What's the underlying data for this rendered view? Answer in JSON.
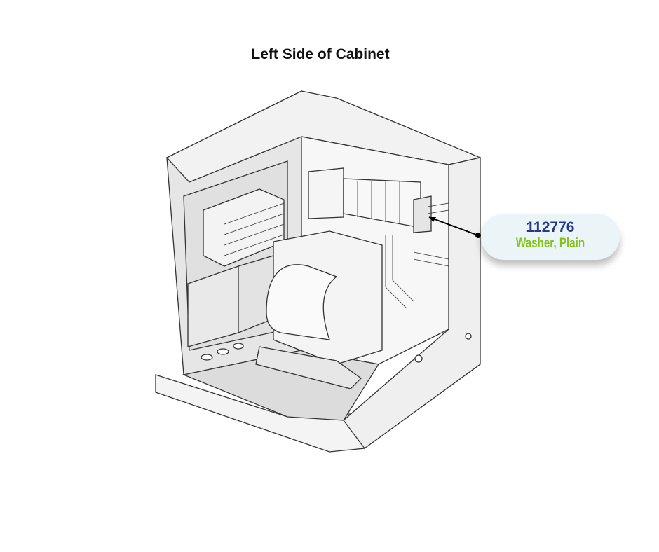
{
  "title": "Left Side of Cabinet",
  "callout": {
    "part_number": "112776",
    "description": "Washer, Plain"
  },
  "colors": {
    "part_number": "#243a86",
    "description": "#84c21c",
    "callout_bg": "#ebf4f6"
  }
}
